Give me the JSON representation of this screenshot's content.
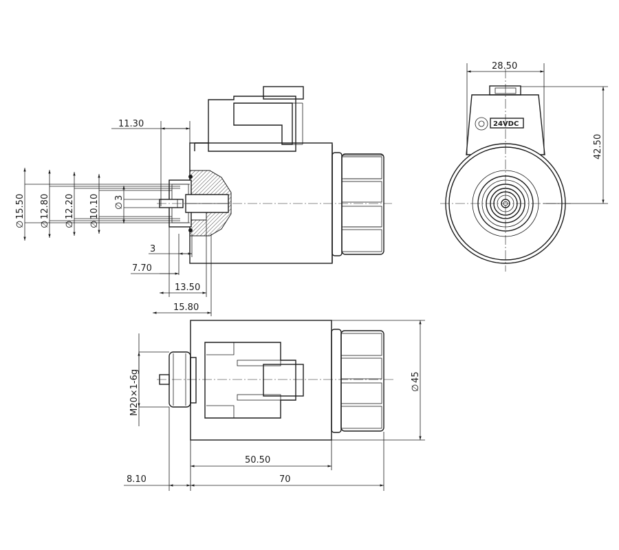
{
  "dimensions": {
    "d_11_30": "11.30",
    "d_3": "3",
    "d_7_70": "7.70",
    "d_13_50": "13.50",
    "d_15_80": "15.80",
    "d_50_50": "50.50",
    "d_70": "70",
    "d_8_10": "8.10",
    "d_28_50": "28.50",
    "d_42_50": "42.50",
    "dia_15_50": "15.50",
    "dia_12_80": "12.80",
    "dia_12_20": "12.20",
    "dia_10_10": "10.10",
    "dia_3": "3",
    "dia_45": "45",
    "thread": "M20×1-6g"
  },
  "diameter_symbol": "∅",
  "label_voltage": "24VDC"
}
